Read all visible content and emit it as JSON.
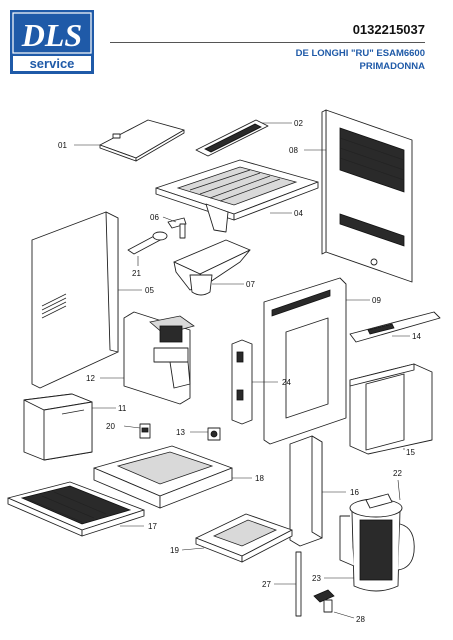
{
  "header": {
    "logo_top": "DLS",
    "logo_bottom": "service",
    "part_number": "0132215037",
    "model_line1": "DE LONGHI \"RU\" ESAM6600",
    "model_line2": "PRIMADONNA"
  },
  "colors": {
    "logo_blue": "#1f5aa8",
    "model_text": "#1f5aa8"
  },
  "labels": [
    "01",
    "02",
    "04",
    "05",
    "06",
    "07",
    "08",
    "09",
    "11",
    "12",
    "13",
    "14",
    "15",
    "16",
    "17",
    "18",
    "19",
    "20",
    "21",
    "22",
    "23",
    "24",
    "27",
    "28"
  ]
}
